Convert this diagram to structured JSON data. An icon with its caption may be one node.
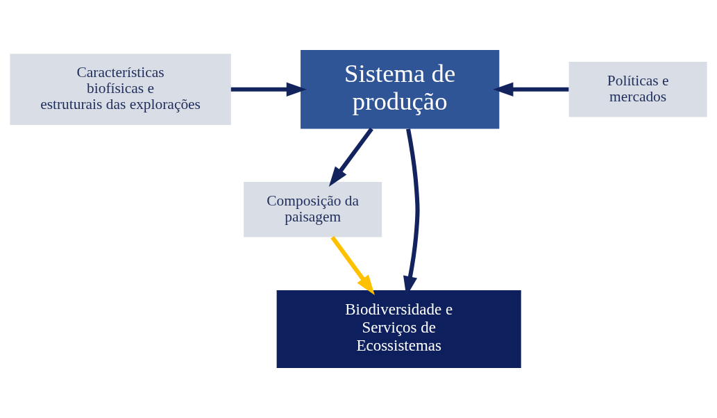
{
  "diagram": {
    "nodes": [
      {
        "text": [
          "Características biofísicas e estruturais das explorações"
        ]
      },
      {
        "text": [
          "Sistema de produção"
        ]
      },
      {
        "text": [
          "Políticas e mercados"
        ]
      },
      {
        "text": [
          "Composição da paisagem"
        ]
      },
      {
        "text": [
          "Biodiversidade e Serviços de Ecossistemas"
        ]
      }
    ],
    "edges": [
      {
        "from": 0,
        "to": 1,
        "arrow": "to"
      },
      {
        "from": 2,
        "to": 1,
        "arrow": "to"
      },
      {
        "from": 1,
        "to": 4,
        "arrow": "to"
      },
      {
        "from": 1,
        "to": 3,
        "arrow": "to"
      },
      {
        "from": 3,
        "to": 4,
        "arrow": "to",
        "color": "#ffc000"
      }
    ]
  }
}
